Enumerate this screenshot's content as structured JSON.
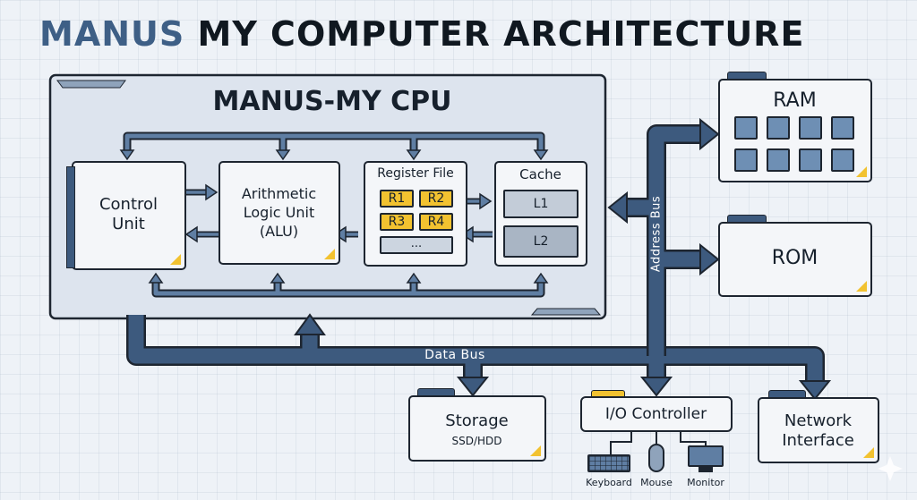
{
  "title": {
    "part1": "MANUS",
    "part2": "MY COMPUTER ARCHITECTURE"
  },
  "cpu": {
    "title": "MANUS-MY CPU",
    "control_unit": "Control\nUnit",
    "alu": "Arithmetic\nLogic Unit\n(ALU)",
    "register_file": {
      "title": "Register File",
      "registers": [
        "R1",
        "R2",
        "R3",
        "R4"
      ],
      "more": "..."
    },
    "cache": {
      "title": "Cache",
      "levels": [
        "L1",
        "L2"
      ]
    }
  },
  "memory": {
    "ram": "RAM",
    "rom": "ROM"
  },
  "buses": {
    "data_bus": "Data Bus",
    "address_bus": "Address Bus"
  },
  "devices": {
    "storage": {
      "title": "Storage",
      "subtitle": "SSD/HDD"
    },
    "io_controller": "I/O Controller",
    "peripherals": [
      "Keyboard",
      "Mouse",
      "Monitor"
    ],
    "network": "Network\nInterface"
  },
  "colors": {
    "bus": "#3d5a7e",
    "accent": "#f2c230",
    "panel": "#dde4ee",
    "chip": "#6e8fb4"
  }
}
